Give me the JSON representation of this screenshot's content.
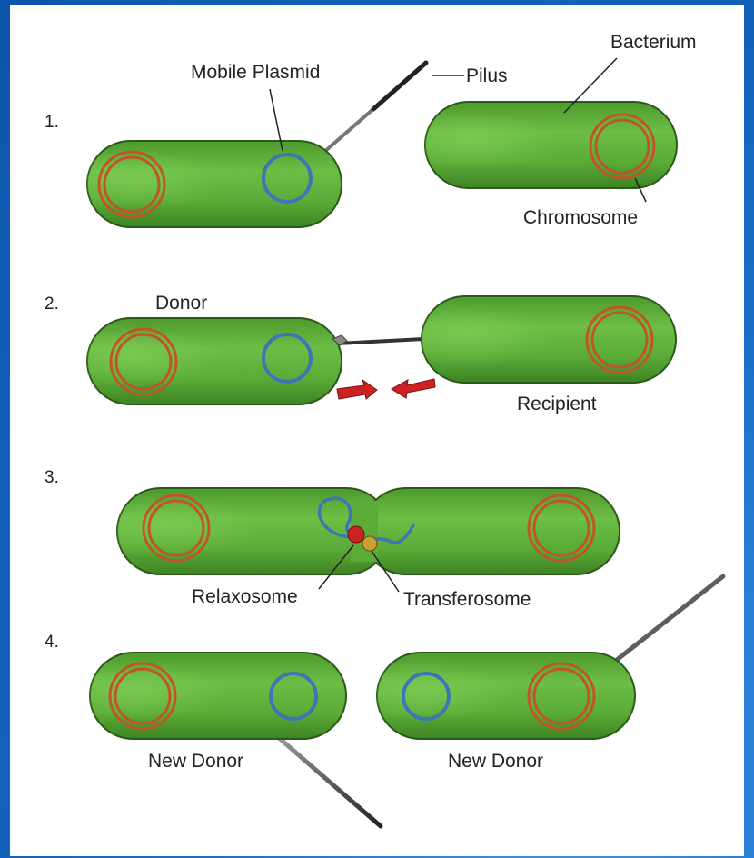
{
  "steps": [
    "1.",
    "2.",
    "3.",
    "4."
  ],
  "labels": {
    "mobile_plasmid": "Mobile Plasmid",
    "pilus": "Pilus",
    "bacterium": "Bacterium",
    "chromosome": "Chromosome",
    "donor": "Donor",
    "recipient": "Recipient",
    "relaxosome": "Relaxosome",
    "transferosome": "Transferosome",
    "new_donor_left": "New Donor",
    "new_donor_right": "New Donor"
  },
  "colors": {
    "cell_fill": "#5cad3a",
    "chromosome": "#c0552a",
    "plasmid": "#3b77b4",
    "pilus": "#555555",
    "arrow": "#cc2222",
    "relaxosome": "#cc2222",
    "transferosome": "#c9a030",
    "frame": "#1570c8"
  }
}
